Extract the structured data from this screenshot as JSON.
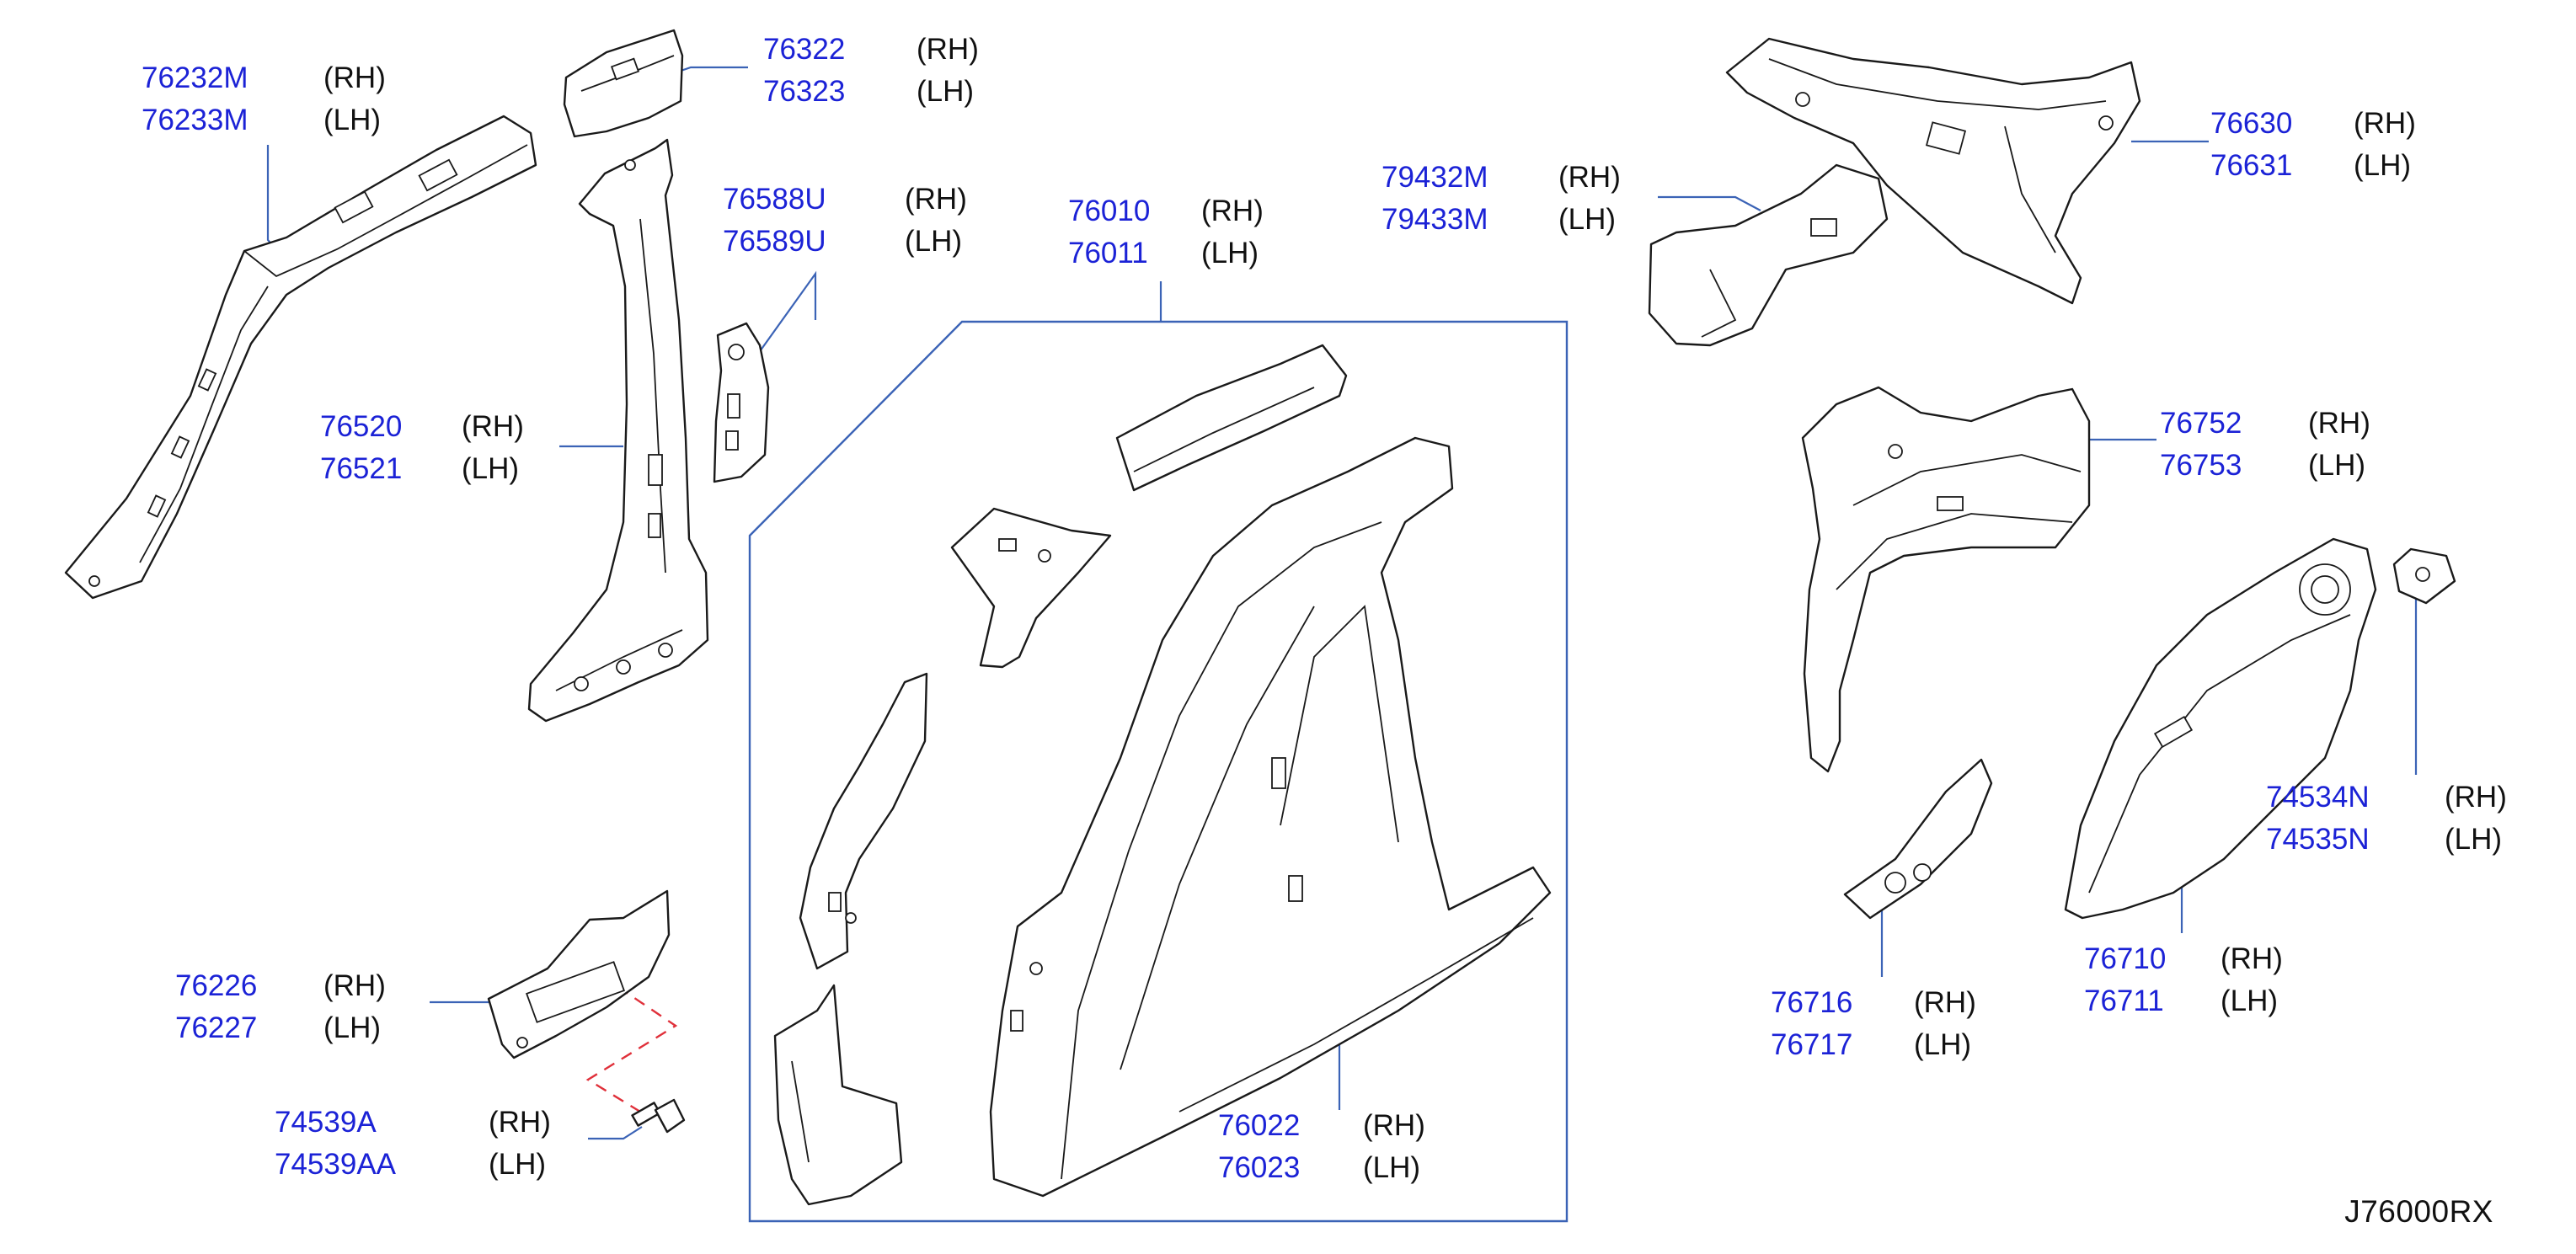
{
  "diagram_code": "J76000RX",
  "callouts": [
    {
      "id": "c1",
      "part_rh": "76232M",
      "side_rh": "(RH)",
      "part_lh": "76233M",
      "side_lh": "(LH)"
    },
    {
      "id": "c2",
      "part_rh": "76322",
      "side_rh": "(RH)",
      "part_lh": "76323",
      "side_lh": "(LH)"
    },
    {
      "id": "c3",
      "part_rh": "76588U",
      "side_rh": "(RH)",
      "part_lh": "76589U",
      "side_lh": "(LH)"
    },
    {
      "id": "c4",
      "part_rh": "76520",
      "side_rh": "(RH)",
      "part_lh": "76521",
      "side_lh": "(LH)"
    },
    {
      "id": "c5",
      "part_rh": "76010",
      "side_rh": "(RH)",
      "part_lh": "76011",
      "side_lh": "(LH)"
    },
    {
      "id": "c6",
      "part_rh": "76226",
      "side_rh": "(RH)",
      "part_lh": "76227",
      "side_lh": "(LH)"
    },
    {
      "id": "c7",
      "part_rh": "74539A",
      "side_rh": "(RH)",
      "part_lh": "74539AA",
      "side_lh": "(LH)"
    },
    {
      "id": "c8",
      "part_rh": "76022",
      "side_rh": "(RH)",
      "part_lh": "76023",
      "side_lh": "(LH)"
    },
    {
      "id": "c9",
      "part_rh": "79432M",
      "side_rh": "(RH)",
      "part_lh": "79433M",
      "side_lh": "(LH)"
    },
    {
      "id": "c10",
      "part_rh": "76630",
      "side_rh": "(RH)",
      "part_lh": "76631",
      "side_lh": "(LH)"
    },
    {
      "id": "c11",
      "part_rh": "76752",
      "side_rh": "(RH)",
      "part_lh": "76753",
      "side_lh": "(LH)"
    },
    {
      "id": "c12",
      "part_rh": "74534N",
      "side_rh": "(RH)",
      "part_lh": "74535N",
      "side_lh": "(LH)"
    },
    {
      "id": "c13",
      "part_rh": "76716",
      "side_rh": "(RH)",
      "part_lh": "76717",
      "side_lh": "(LH)"
    },
    {
      "id": "c14",
      "part_rh": "76710",
      "side_rh": "(RH)",
      "part_lh": "76711",
      "side_lh": "(LH)"
    }
  ]
}
